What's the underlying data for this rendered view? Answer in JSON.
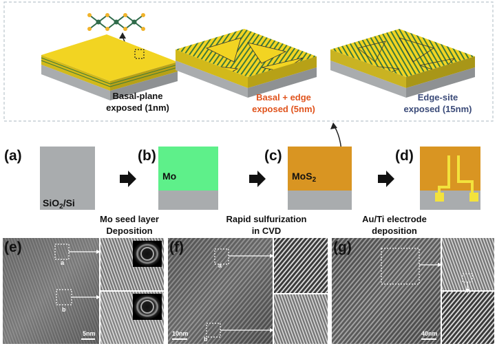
{
  "stages": {
    "basal": {
      "line1": "Basal-plane",
      "line2": "exposed (1nm)"
    },
    "mixed": {
      "line1": "Basal + edge",
      "line2": "exposed (5nm)"
    },
    "edge": {
      "line1": "Edge-site",
      "line2": "exposed (15nm)"
    }
  },
  "process": {
    "a": {
      "panel": "(a)",
      "layer": "SiO",
      "layer_sub": "2",
      "layer_rest": "/Si"
    },
    "b": {
      "panel": "(b)",
      "layer": "Mo"
    },
    "c": {
      "panel": "(c)",
      "layer": "MoS",
      "layer_sub": "2"
    },
    "d": {
      "panel": "(d)"
    },
    "step1": {
      "line1": "Mo seed layer",
      "line2": "Deposition"
    },
    "step2": {
      "line1": "Rapid sulfurization",
      "line2": "in CVD"
    },
    "step3": {
      "line1": "Au/Ti electrode",
      "line2": "deposition"
    }
  },
  "tem": {
    "e": {
      "panel": "(e)",
      "roi_a": "a",
      "roi_b": "b",
      "scale": "5nm"
    },
    "f": {
      "panel": "(f)",
      "roi_a": "a",
      "roi_b": "b",
      "scale": "10nm"
    },
    "g": {
      "panel": "(g)",
      "scale": "40nm"
    }
  },
  "colors": {
    "film_yellow": "#f2d422",
    "substrate_gray": "#a9acae",
    "mo_green": "#5ef08a",
    "mos2_orange": "#d99522",
    "electrode_yellow": "#f3e23c",
    "label_red": "#e0531c",
    "label_navy": "#3a4a78"
  }
}
